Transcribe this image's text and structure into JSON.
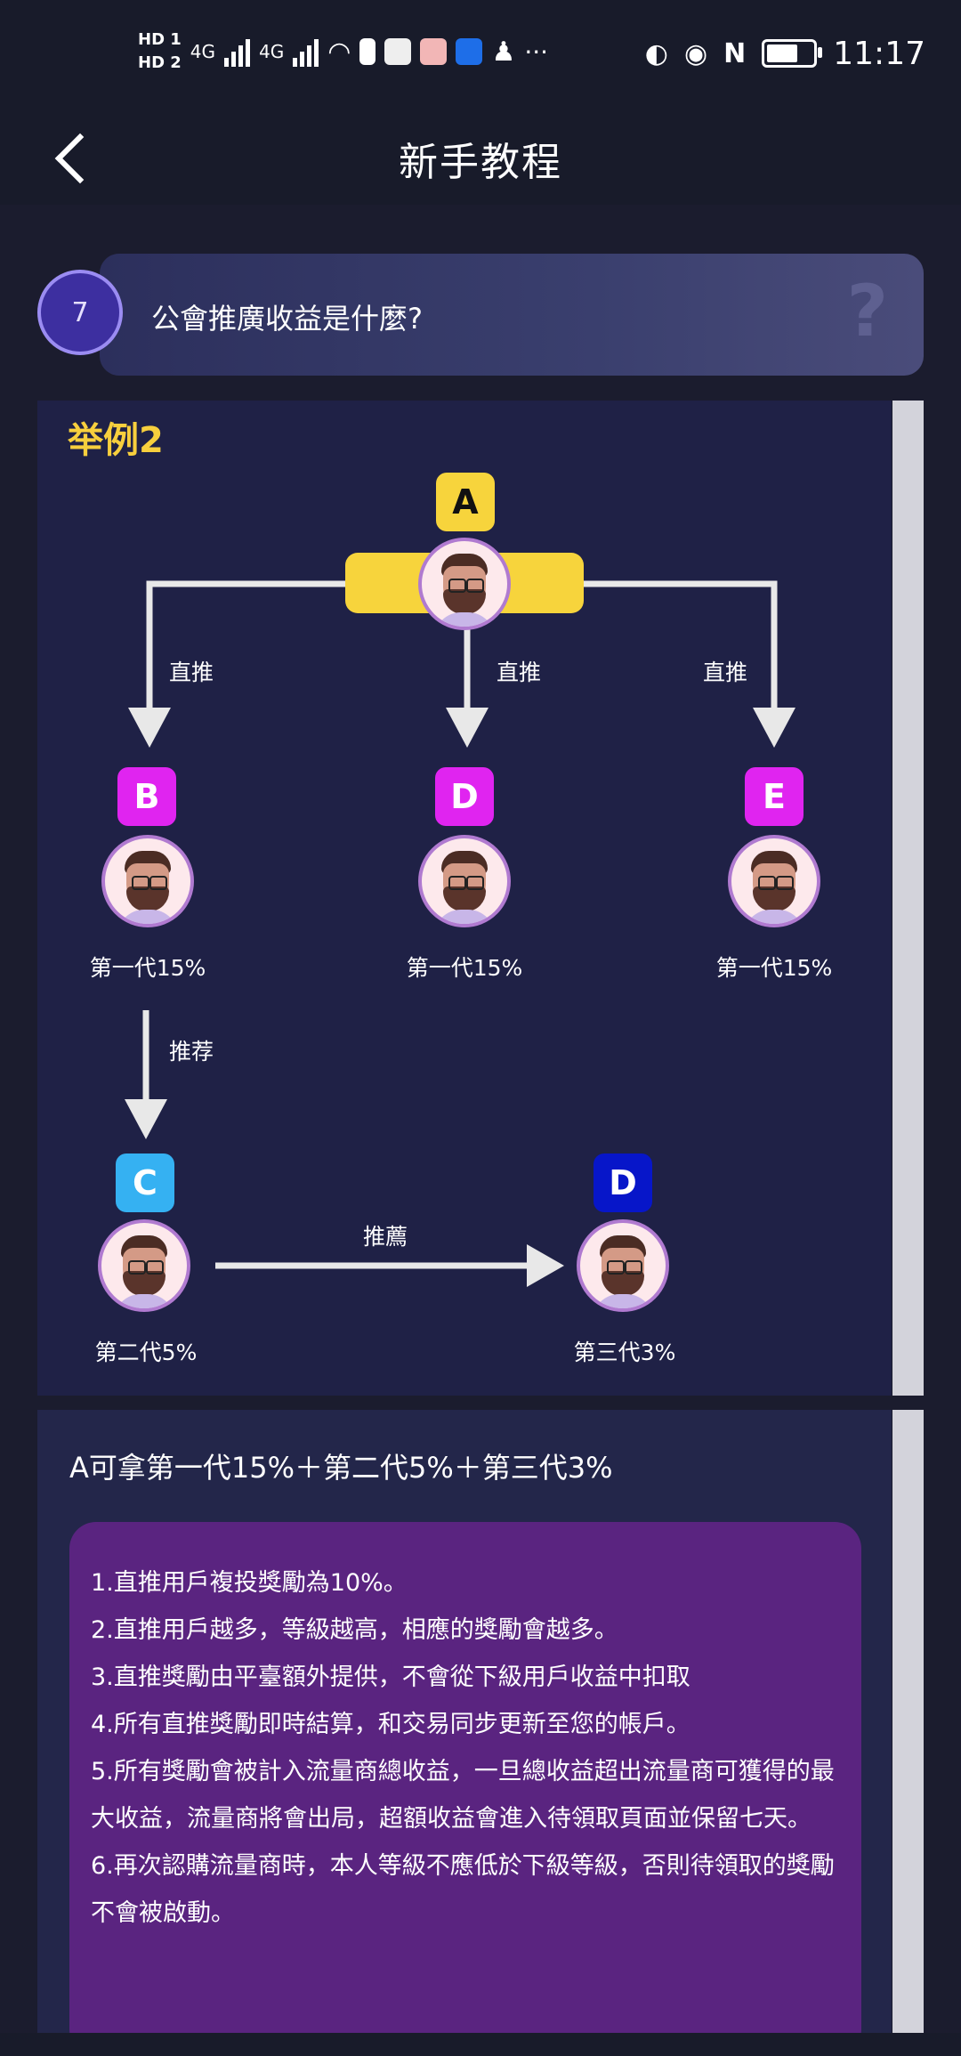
{
  "status_bar": {
    "hd1": "HD 1",
    "hd2": "HD 2",
    "net1": "4G",
    "net2": "4G",
    "more": "···",
    "time": "11:17"
  },
  "nav": {
    "title": "新手教程"
  },
  "question": {
    "number": "7",
    "text": "公會推廣收益是什麼?",
    "deco": "?"
  },
  "diagram": {
    "title": "举例2",
    "nodes": [
      {
        "letter": "A",
        "color": "#f7d43c",
        "text_color": "#111111"
      },
      {
        "letter": "B",
        "color": "#e024f0",
        "text_color": "#ffffff"
      },
      {
        "letter": "D",
        "color": "#e024f0",
        "text_color": "#ffffff"
      },
      {
        "letter": "E",
        "color": "#e024f0",
        "text_color": "#ffffff"
      },
      {
        "letter": "C",
        "color": "#35b1f2",
        "text_color": "#ffffff"
      },
      {
        "letter": "D",
        "color": "#0716c9",
        "text_color": "#ffffff"
      }
    ],
    "edge_labels": [
      "直推",
      "直推",
      "直推",
      "推荐",
      "推薦"
    ],
    "generations": [
      "第一代15%",
      "第一代15%",
      "第一代15%",
      "第二代5%",
      "第三代3%"
    ]
  },
  "info": {
    "formula": "A可拿第一代15%＋第二代5%＋第三代3%",
    "rules": [
      "1.直推用戶複投獎勵為10%。",
      "2.直推用戶越多，等級越高，相應的獎勵會越多。",
      "3.直推獎勵由平臺額外提供，不會從下級用戶收益中扣取",
      "4.所有直推獎勵即時結算，和交易同步更新至您的帳戶。",
      "5.所有獎勵會被計入流量商總收益，一旦總收益超出流量商可獲得的最大收益，流量商將會出局，超額收益會進入待領取頁面並保留七天。",
      "6.再次認購流量商時，本人等級不應低於下級等級，否則待領取的獎勵不會被啟動。"
    ]
  },
  "colors": {
    "accent_yellow": "#f7cf3d",
    "panel_purple": "#5a2480",
    "page_bg": "#1b1c2e"
  }
}
